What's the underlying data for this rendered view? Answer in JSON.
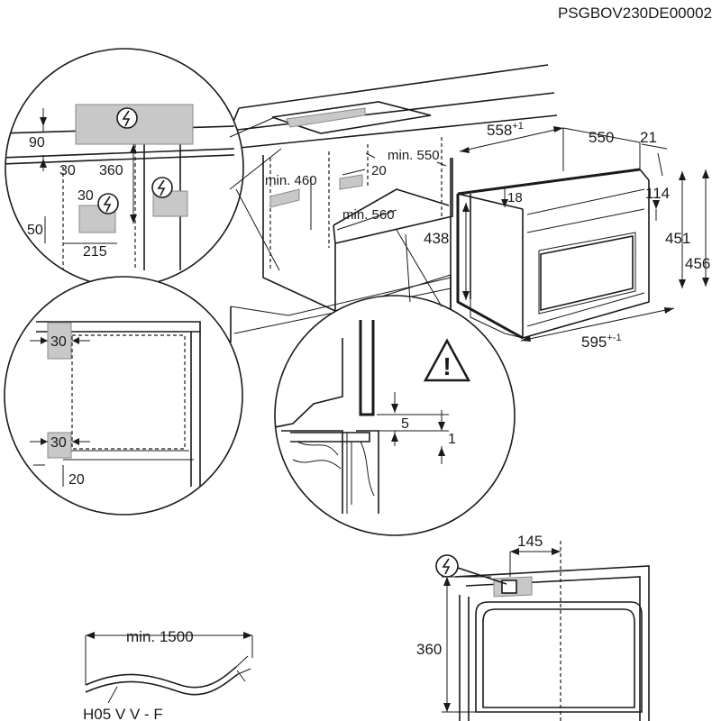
{
  "document_code": "PSGBOV230DE00002",
  "niche_detail": {
    "dim_top": "90",
    "dim_upper_gap": "30",
    "dim_height": "360",
    "dim_side_gap": "30",
    "dim_bottom": "50",
    "dim_width": "215"
  },
  "cabinet": {
    "min_width": "min. 550",
    "min_depth": "min. 460",
    "gap": "20",
    "min_front": "min. 560"
  },
  "appliance": {
    "depth_label": "558",
    "depth_tol": "+1",
    "depth_body": "550",
    "front_depth": "21",
    "panel": "18",
    "upper_height": "114",
    "height_inner": "438",
    "height_body": "451",
    "height_total": "456",
    "width_label": "595",
    "width_tol": "+-1"
  },
  "side_detail": {
    "gap_top": "30",
    "gap_bottom": "30",
    "offset": "20"
  },
  "caution_detail": {
    "gap_5": "5",
    "gap_1": "1"
  },
  "cable": {
    "min_length": "min. 1500",
    "type": "H05 V V - F"
  },
  "connection": {
    "offset": "145",
    "height": "360"
  }
}
